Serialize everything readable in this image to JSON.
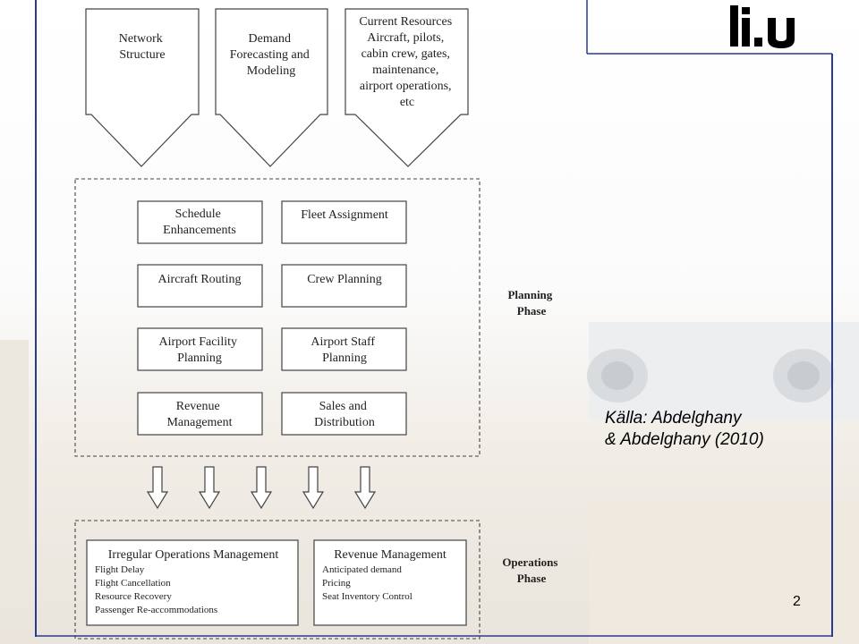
{
  "inputs": [
    {
      "lines": [
        "Network",
        "Structure"
      ]
    },
    {
      "lines": [
        "Demand",
        "Forecasting and",
        "Modeling"
      ]
    },
    {
      "lines": [
        "Current Resources",
        "Aircraft, pilots,",
        "cabin crew, gates,",
        "maintenance,",
        "airport operations,",
        "etc"
      ]
    }
  ],
  "planning": {
    "label_lines": [
      "Planning",
      "Phase"
    ],
    "boxes": [
      {
        "lines": [
          "Schedule",
          "Enhancements"
        ]
      },
      {
        "lines": [
          "Fleet Assignment"
        ]
      },
      {
        "lines": [
          "Aircraft Routing"
        ]
      },
      {
        "lines": [
          "Crew Planning"
        ]
      },
      {
        "lines": [
          "Airport Facility",
          "Planning"
        ]
      },
      {
        "lines": [
          "Airport Staff",
          "Planning"
        ]
      },
      {
        "lines": [
          "Revenue",
          "Management"
        ]
      },
      {
        "lines": [
          "Sales and",
          "Distribution"
        ]
      }
    ]
  },
  "operations": {
    "label_lines": [
      "Operations",
      "Phase"
    ],
    "irregular": {
      "title": "Irregular Operations Management",
      "items": [
        "Flight Delay",
        "Flight Cancellation",
        "Resource Recovery",
        "Passenger Re-accommodations"
      ]
    },
    "revenue": {
      "title": "Revenue Management",
      "items": [
        "Anticipated demand",
        "Pricing",
        "Seat Inventory Control"
      ]
    }
  },
  "source": {
    "line1": "Källa: Abdelghany",
    "line2": "& Abdelghany (2010)"
  },
  "page_number": "2",
  "logo_text": "li.u",
  "colors": {
    "frame": "#2a3b8f",
    "box": "#4a4a4a",
    "text": "#222222"
  }
}
